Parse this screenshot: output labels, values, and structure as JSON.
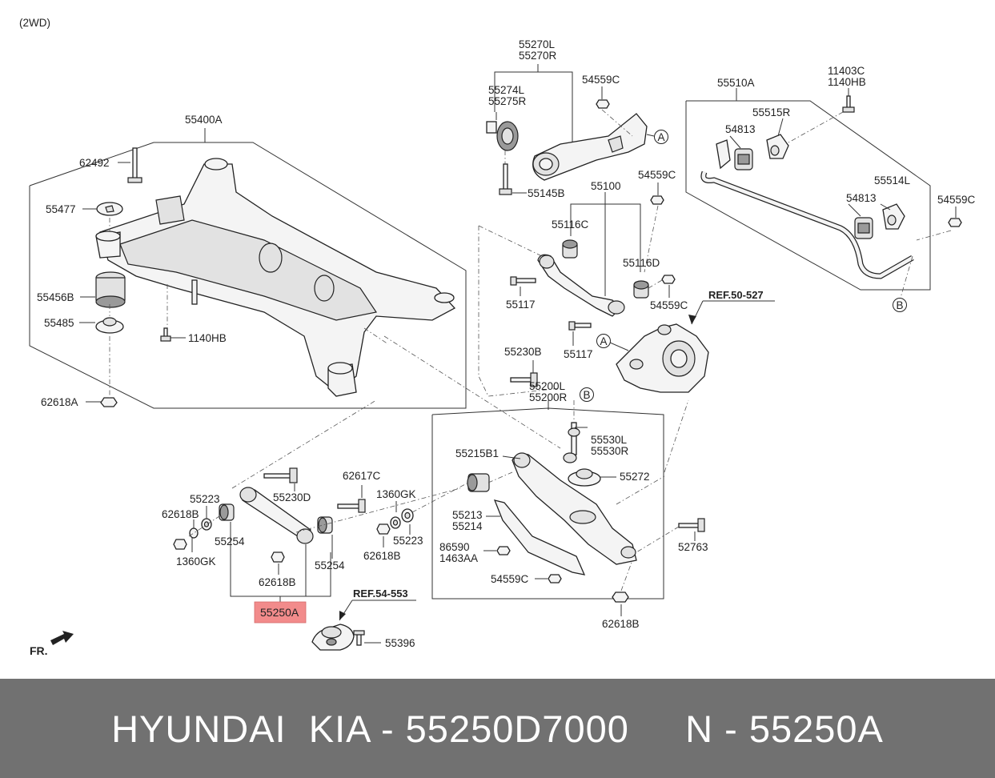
{
  "header": {
    "drive_type": "(2WD)"
  },
  "labels": {
    "p55400A": "55400A",
    "p62492": "62492",
    "p55477": "55477",
    "p55456B": "55456B",
    "p55485": "55485",
    "p1140HB_a": "1140HB",
    "p62618A": "62618A",
    "p55270L": "55270L",
    "p55270R": "55270R",
    "p55274L": "55274L",
    "p55275R": "55275R",
    "p54559C_a": "54559C",
    "p55145B": "55145B",
    "p54559C_b": "54559C",
    "p55100": "55100",
    "p55116C": "55116C",
    "p55116D": "55116D",
    "p55117_a": "55117",
    "p54559C_c": "54559C",
    "p55117_b": "55117",
    "p55510A": "55510A",
    "p11403C": "11403C",
    "p1140HB_b": "1140HB",
    "p55515R": "55515R",
    "p54813_a": "54813",
    "p55514L": "55514L",
    "p54813_b": "54813",
    "p54559C_d": "54559C",
    "p55230B": "55230B",
    "p55200L": "55200L",
    "p55200R": "55200R",
    "p55215B1": "55215B1",
    "p55530L": "55530L",
    "p55530R": "55530R",
    "p55272": "55272",
    "p55213": "55213",
    "p55214": "55214",
    "p86590": "86590",
    "p1463AA": "1463AA",
    "p54559C_e": "54559C",
    "p52763": "52763",
    "p62618B_a": "62618B",
    "p62617C": "62617C",
    "p1360GK_a": "1360GK",
    "p55223_a": "55223",
    "p62618B_b": "62618B",
    "p55223_b": "55223",
    "p62618B_c": "62618B",
    "p55254_a": "55254",
    "p1360GK_b": "1360GK",
    "p55230D": "55230D",
    "p62618B_d": "62618B",
    "p55254_b": "55254",
    "p55250A": "55250A",
    "p55396": "55396",
    "ref_50_527": "REF.50-527",
    "ref_54_553": "REF.54-553",
    "callout_a1": "A",
    "callout_a2": "A",
    "callout_b1": "B",
    "callout_b2": "B",
    "front_marker": "FR."
  },
  "highlight": {
    "part": "55250A",
    "color": "#f28b8b"
  },
  "footer": {
    "caption": "HYUNDAI  KIA - 55250D7000     N - 55250A"
  }
}
